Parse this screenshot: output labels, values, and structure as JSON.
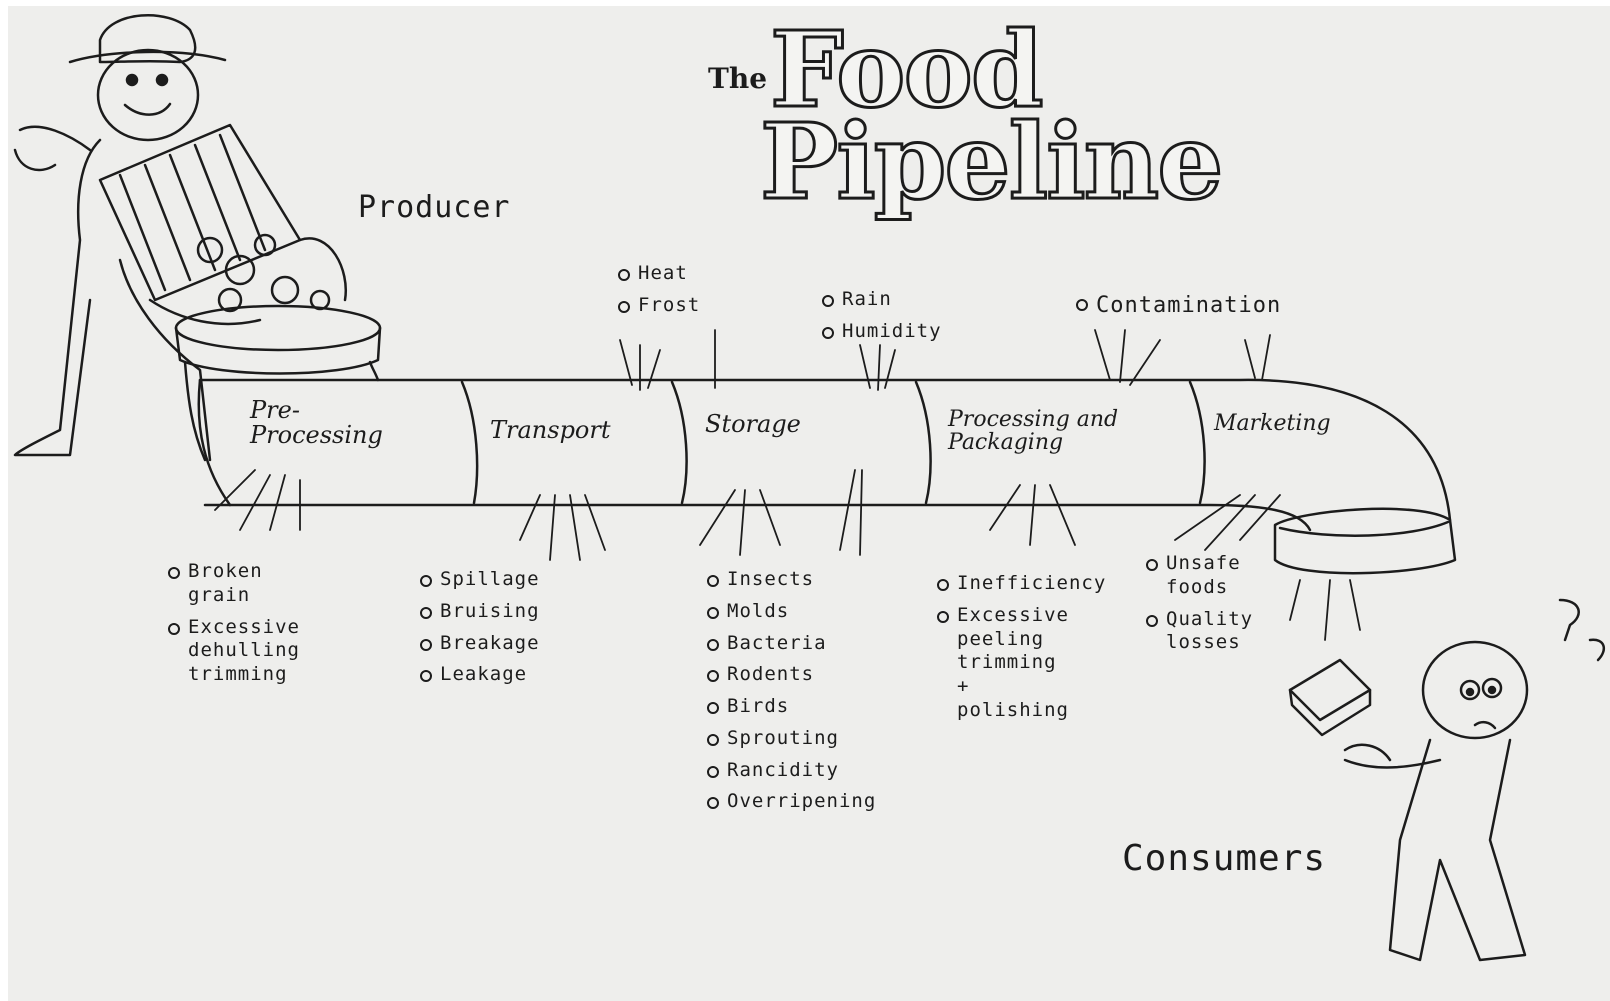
{
  "title": {
    "the": "The",
    "food": "Food",
    "pipeline": "Pipeline"
  },
  "producer_label": "Producer",
  "consumers_label": "Consumers",
  "segments": [
    {
      "id": "pre-processing",
      "label": "Pre-\nProcessing"
    },
    {
      "id": "transport",
      "label": "Transport"
    },
    {
      "id": "storage",
      "label": "Storage"
    },
    {
      "id": "processing-packaging",
      "label": "Processing and\nPackaging"
    },
    {
      "id": "marketing",
      "label": "Marketing"
    }
  ],
  "top_factors": {
    "heat_frost": [
      "Heat",
      "Frost"
    ],
    "rain_humidity": [
      "Rain",
      "Humidity"
    ],
    "contamination": [
      "Contamination"
    ]
  },
  "losses": {
    "pre_processing": [
      "Broken\ngrain",
      "Excessive\ndehulling\ntrimming"
    ],
    "transport": [
      "Spillage",
      "Bruising",
      "Breakage",
      "Leakage"
    ],
    "storage": [
      "Insects",
      "Molds",
      "Bacteria",
      "Rodents",
      "Birds",
      "Sprouting",
      "Rancidity",
      "Overripening"
    ],
    "processing": [
      "Inefficiency",
      "Excessive\npeeling\ntrimming\n+\npolishing"
    ],
    "marketing": [
      "Unsafe\nfoods",
      "Quality\nlosses"
    ]
  }
}
